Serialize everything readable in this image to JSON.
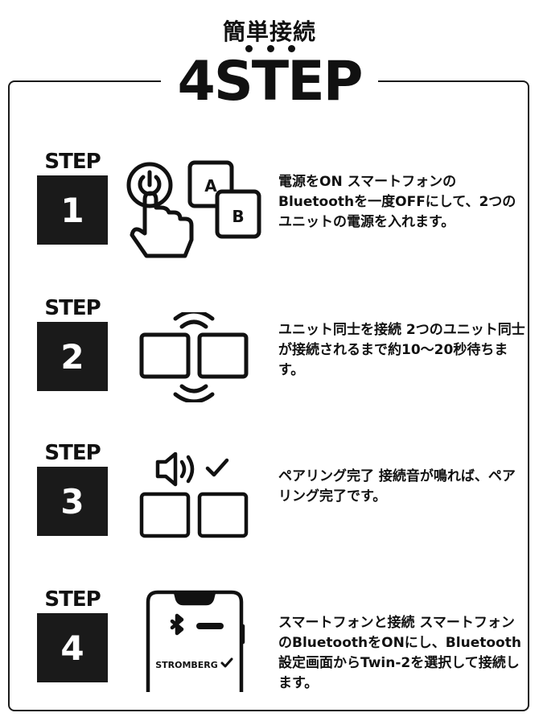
{
  "header": {
    "subtitle": "簡単接続",
    "title": "4STEP"
  },
  "steps": [
    {
      "label": "STEP",
      "number": "1",
      "icon": "power-button-ab-units-icon",
      "icon_labels": [
        "A",
        "B"
      ],
      "text": "電源をON スマートフォンのBluetoothを一度OFFにして、2つのユニットの電源を入れます。"
    },
    {
      "label": "STEP",
      "number": "2",
      "icon": "units-connecting-icon",
      "text": "ユニット同士を接続 2つのユニット同士が接続されるまで約10〜20秒待ちます。"
    },
    {
      "label": "STEP",
      "number": "3",
      "icon": "pairing-sound-check-icon",
      "text": "ペアリング完了 接続音が鳴れば、ペアリング完了です。"
    },
    {
      "label": "STEP",
      "number": "4",
      "icon": "smartphone-bluetooth-icon",
      "phone_label": "STROMBERG",
      "text": "スマートフォンと接続 スマートフォンのBluetoothをONにし、Bluetooth設定画面からTwin-2を選択して接続します。"
    }
  ]
}
